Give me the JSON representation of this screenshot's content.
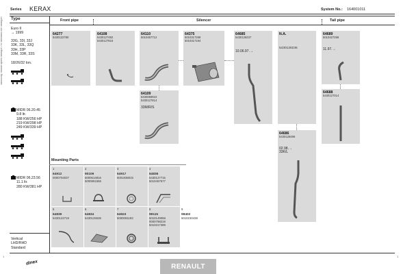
{
  "side_note": "Valid/Gültig: exhaust system catalogue. For information see catalogue index",
  "header": {
    "series_label": "Series",
    "series_value": "KERAX",
    "system_label": "System No.:",
    "system_value": "164001011"
  },
  "sections": {
    "front_pipe": "Front pipe",
    "silencer": "Silencer",
    "tail_pipe": "Tail pipe"
  },
  "left_panel": {
    "type_title": "Type",
    "euro": "Euro II\n→ 1999",
    "models": "33G, 33I, 33J\n33K, 33L, 33Q\n33H, 33P\n33M, 33R, 33S",
    "wheelbase": "18/26/32 ton.",
    "engine1": "MIDR 06.20.45\n9.8 ltr.\n188 KW/256 HP\n219 KW/298 HP\n249 KW/339 HP",
    "engine2": "MIDR 06.23.56\n11.1 ltr.\n280 KW/381 HP",
    "mount": "Vertical\nLHD/RHD\nStandard"
  },
  "parts": [
    {
      "pn": "64277",
      "codes": "5430122780"
    },
    {
      "pn": "64108",
      "codes": "5430127482\n5430127816"
    },
    {
      "pn": "64110",
      "codes": "5010457712"
    },
    {
      "pn": "64375",
      "codes": "5010317268\n5010317194"
    },
    {
      "pn": "64685",
      "codes": "5430128237",
      "note": "10.06.97.→"
    },
    {
      "pn": "N.A.",
      "codes": "5430128236"
    },
    {
      "pn": "64689",
      "codes": "5010427268",
      "note": "11.97.→"
    },
    {
      "pn": "64109",
      "codes": "5430059910\n5430127814",
      "note": "33M/R/S"
    },
    {
      "pn": "64688",
      "codes": "5430127014"
    },
    {
      "pn": "64686",
      "codes": "5430128496",
      "note": "02.98.→\n33K/L"
    }
  ],
  "mounting": {
    "title": "Mounting Parts",
    "items": [
      {
        "idx": "1",
        "pn": "64912",
        "codes": "0000704037"
      },
      {
        "idx": "2",
        "pn": "90109",
        "codes": "5000614816\n5000951555"
      },
      {
        "idx": "3",
        "pn": "64917",
        "codes": "5001838015"
      },
      {
        "idx": "4",
        "pn": "64836",
        "codes": "5430127715\n5010457577"
      },
      {
        "idx": "5",
        "pn": "64839",
        "codes": "5430122719"
      },
      {
        "idx": "6",
        "pn": "64834",
        "codes": "5430125536"
      },
      {
        "idx": "7",
        "pn": "64923",
        "codes": "5000091193"
      },
      {
        "idx": "8",
        "pn": "99115",
        "codes": "5010149068\n0000798219\n5010317389"
      },
      {
        "idx": "9",
        "pn": "98402",
        "codes": "5010230438"
      }
    ]
  },
  "footer": {
    "logo": "dinex",
    "brand": "RENAULT",
    "page_left": "1",
    "page_right": "1"
  }
}
